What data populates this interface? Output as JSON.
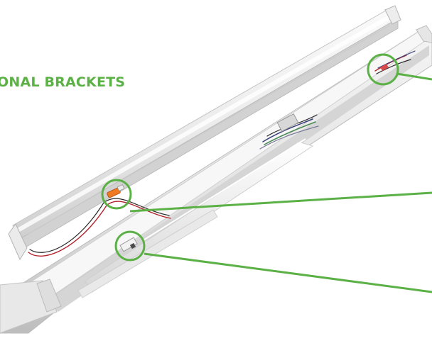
{
  "heading": {
    "text": "ONAL BRACKETS"
  },
  "colors": {
    "heading": "#5bb146",
    "callout": "#5bb146",
    "housing_light": "#f3f3f3",
    "housing_mid": "#dcdcdc",
    "housing_shadow": "#b9b9b9",
    "wire_red": "#b3232a",
    "wire_black": "#2a2a2a",
    "connector_orange": "#f07a22",
    "wire_blue": "#3a3f7a",
    "wire_green": "#4a8a55"
  },
  "callouts": [
    {
      "label": "bracket-detail"
    },
    {
      "label": "connector-detail"
    },
    {
      "label": "clip-detail"
    }
  ]
}
